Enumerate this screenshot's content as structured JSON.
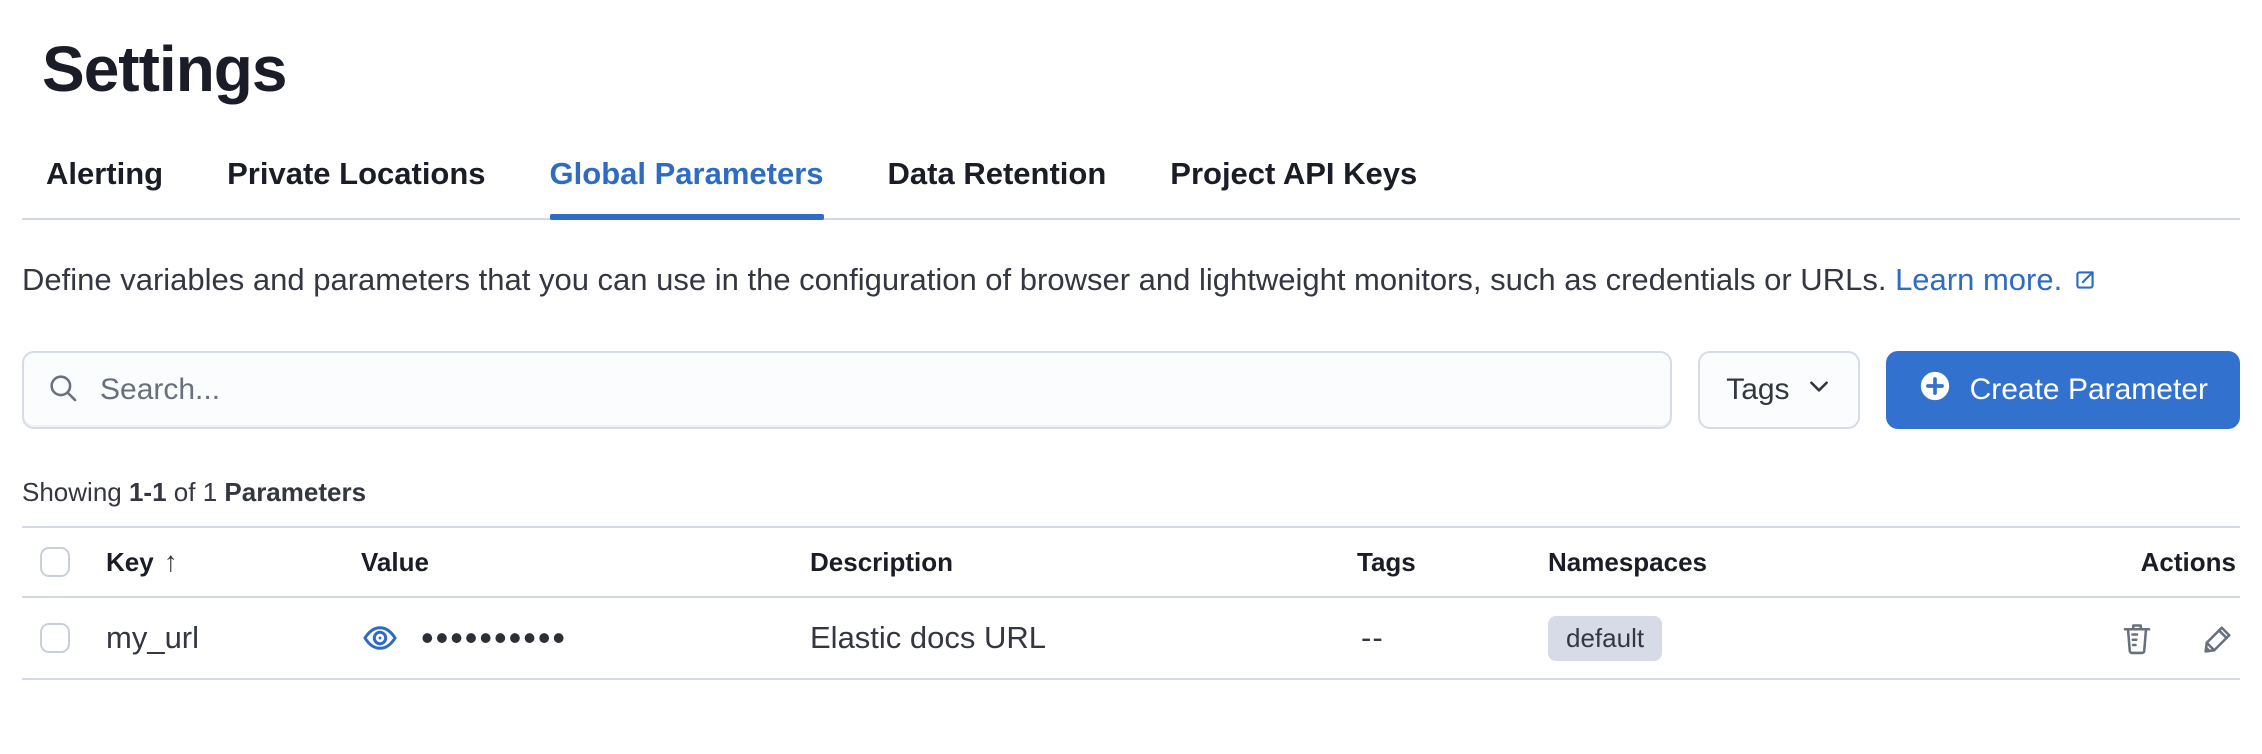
{
  "page": {
    "title": "Settings"
  },
  "tabs": [
    {
      "label": "Alerting",
      "active": false
    },
    {
      "label": "Private Locations",
      "active": false
    },
    {
      "label": "Global Parameters",
      "active": true
    },
    {
      "label": "Data Retention",
      "active": false
    },
    {
      "label": "Project API Keys",
      "active": false
    }
  ],
  "description": {
    "text": "Define variables and parameters that you can use in the configuration of browser and lightweight monitors, such as credentials or URLs.",
    "link_label": "Learn more.",
    "link_icon": "external-link-icon"
  },
  "toolbar": {
    "search_placeholder": "Search...",
    "search_icon": "search-icon",
    "tags_filter_label": "Tags",
    "tags_chevron_icon": "chevron-down-icon",
    "create_button_label": "Create Parameter",
    "create_button_icon": "plus-in-circle-icon"
  },
  "summary": {
    "prefix": "Showing",
    "range": "1-1",
    "middle": "of 1",
    "entity": "Parameters"
  },
  "table": {
    "columns": [
      "Key",
      "Value",
      "Description",
      "Tags",
      "Namespaces",
      "Actions"
    ],
    "sort": {
      "column": "Key",
      "direction": "ascending",
      "icon": "↑"
    },
    "rows": [
      {
        "key": "my_url",
        "value_masked": "••••••••••",
        "value_visibility_icon": "eye-icon",
        "description": "Elastic docs URL",
        "tags": "--",
        "namespace": "default",
        "actions": [
          "delete",
          "edit"
        ]
      }
    ]
  },
  "colors": {
    "accent_blue": "#3371cf",
    "link_blue": "#2e6cc4",
    "text_dark": "#1a1d27",
    "text_body": "#343741",
    "text_muted": "#69707d",
    "border": "#d3dae6",
    "badge_bg": "#d6dbe7"
  }
}
